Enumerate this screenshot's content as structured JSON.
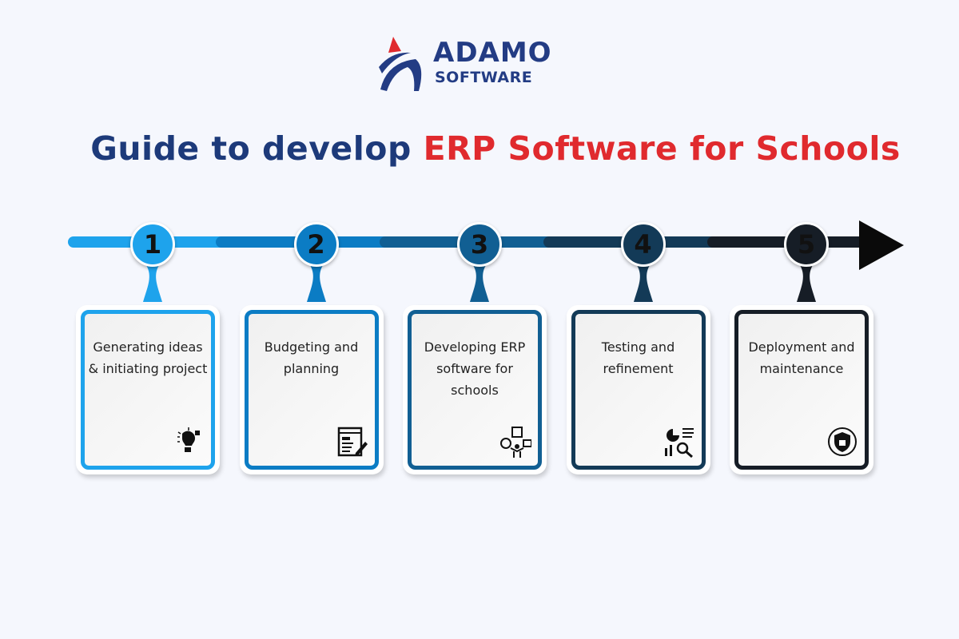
{
  "logo": {
    "line1": "ADAMO",
    "line2": "SOFTWARE"
  },
  "title": {
    "part1": "Guide to develop ",
    "part2": "ERP Software for Schools"
  },
  "colors": {
    "navy": "#1d3a7a",
    "red": "#e02a2e",
    "step1": "#1ea3ec",
    "step2": "#0b7cc4",
    "step3": "#115f93",
    "step4": "#133a57",
    "step5": "#161d26"
  },
  "steps": [
    {
      "number": "1",
      "label": "Generating ideas & initiating project",
      "icon": "lightbulb-puzzle-icon"
    },
    {
      "number": "2",
      "label": "Budgeting and planning",
      "icon": "document-edit-icon"
    },
    {
      "number": "3",
      "label": "Developing ERP software for schools",
      "icon": "workflow-person-icon"
    },
    {
      "number": "4",
      "label": "Testing and refinement",
      "icon": "analytics-search-icon"
    },
    {
      "number": "5",
      "label": "Deployment and maintenance",
      "icon": "security-shield-icon"
    }
  ]
}
